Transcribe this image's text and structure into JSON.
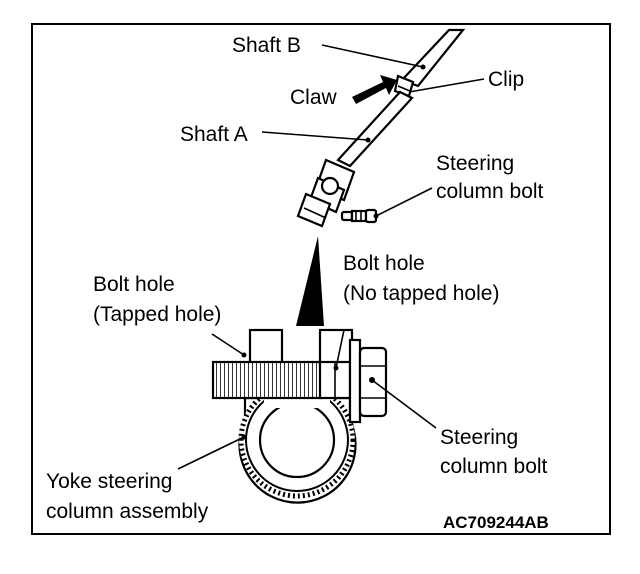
{
  "labels": {
    "shaft_b": "Shaft B",
    "claw": "Claw",
    "clip": "Clip",
    "shaft_a": "Shaft A",
    "steering_bolt_top_line1": "Steering",
    "steering_bolt_top_line2": "column bolt",
    "bolt_hole_tapped_line1": "Bolt hole",
    "bolt_hole_tapped_line2": "(Tapped hole)",
    "bolt_hole_untapped_line1": "Bolt hole",
    "bolt_hole_untapped_line2": "(No tapped hole)",
    "steering_bolt_bottom_line1": "Steering",
    "steering_bolt_bottom_line2": "column bolt",
    "yoke_line1": "Yoke steering",
    "yoke_line2": "column assembly"
  },
  "figure_code": "AC709244AB"
}
